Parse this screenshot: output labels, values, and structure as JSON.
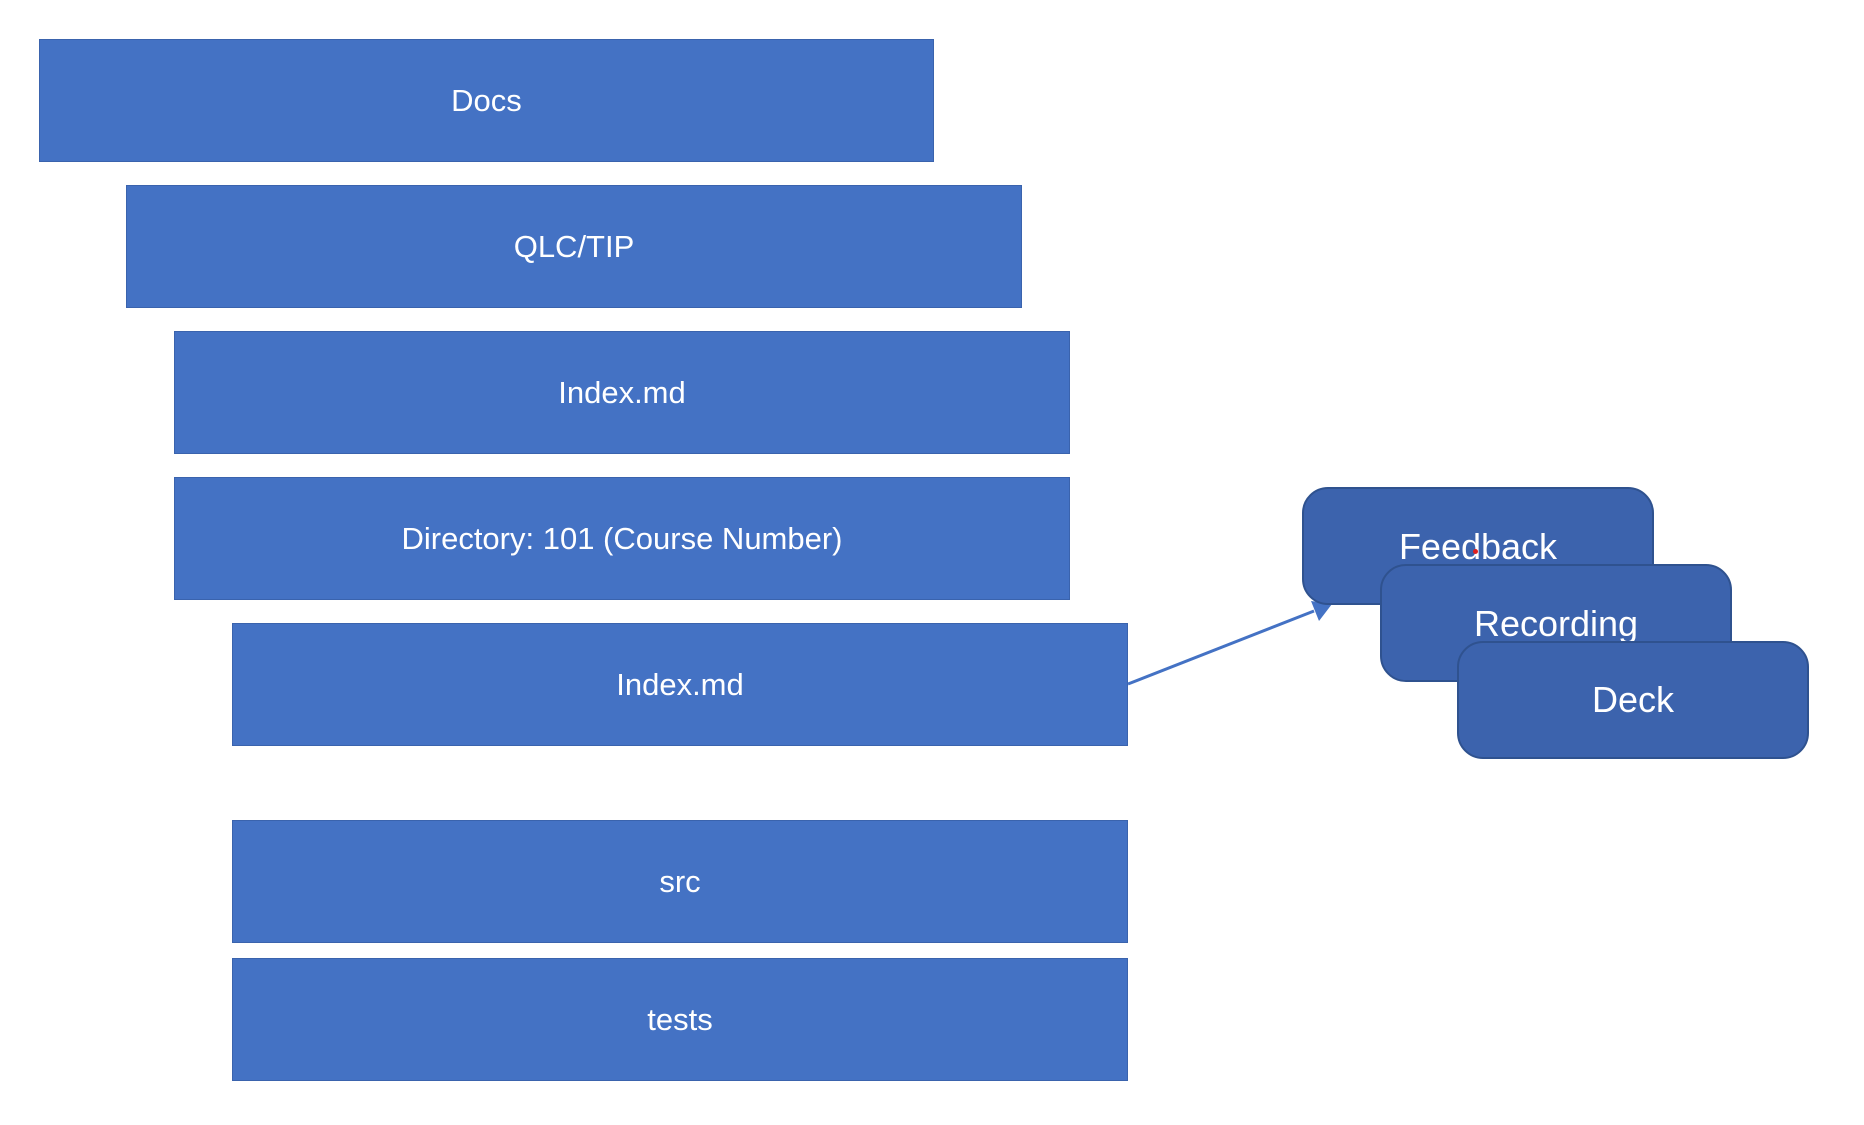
{
  "blocks": {
    "docs": "Docs",
    "qlc_tip": "QLC/TIP",
    "index_top": "Index.md",
    "directory": "Directory: 101 (Course Number)",
    "index_course": "Index.md",
    "src": "src",
    "tests": "tests"
  },
  "cards": {
    "feedback": "Feedback",
    "recording": "Recording",
    "deck": "Deck"
  },
  "colors": {
    "block_fill": "#4472c4",
    "card_fill": "#3c63ad",
    "card_border": "#2f528f",
    "arrow": "#4472c4",
    "text": "#ffffff",
    "dot": "#e0201f"
  }
}
